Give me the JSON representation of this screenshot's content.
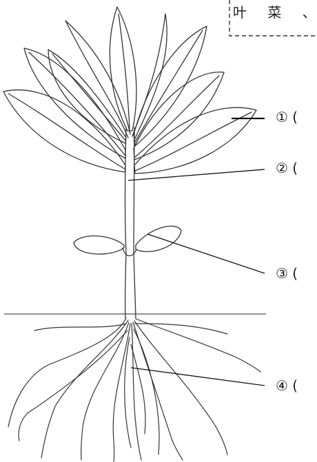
{
  "box": {
    "text": "叶 菜 、"
  },
  "labels": [
    {
      "id": "1",
      "text": "① ("
    },
    {
      "id": "2",
      "text": "② ("
    },
    {
      "id": "3",
      "text": "③ ("
    },
    {
      "id": "4",
      "text": "④ ("
    }
  ]
}
